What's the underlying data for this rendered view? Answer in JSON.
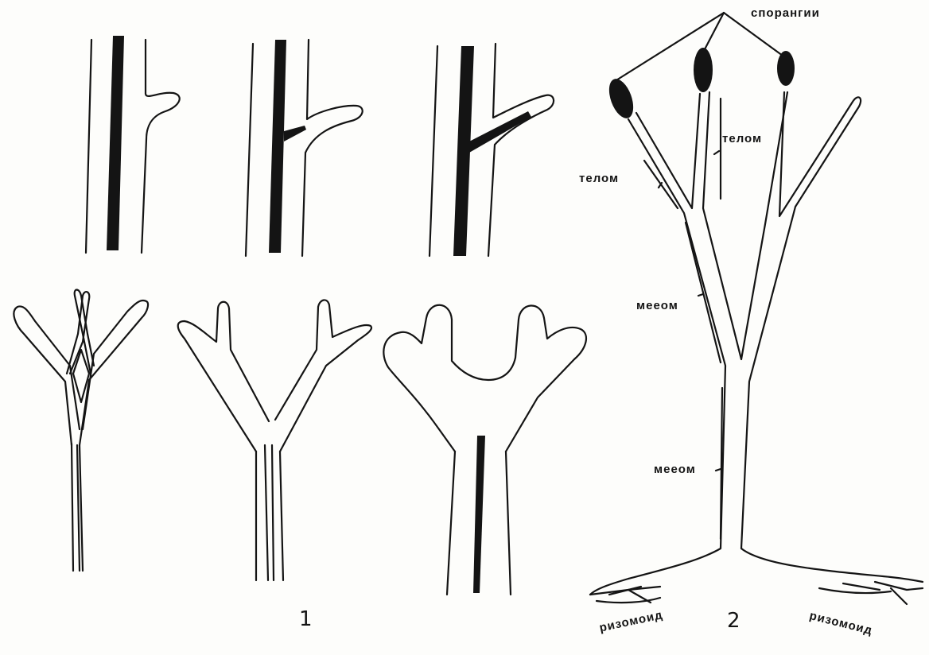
{
  "figure": {
    "part1_number": "1",
    "part2_number": "2"
  },
  "labels": {
    "sporangia": "спорангии",
    "telom_right": "телом",
    "telom_left": "телом",
    "mesom_upper": "мееом",
    "mesom_lower": "мееом",
    "rhizoid_left": "ризомоид",
    "rhizoid_right": "ризомоид"
  },
  "colors": {
    "ink": "#141414",
    "paper": "#fdfdfb"
  }
}
